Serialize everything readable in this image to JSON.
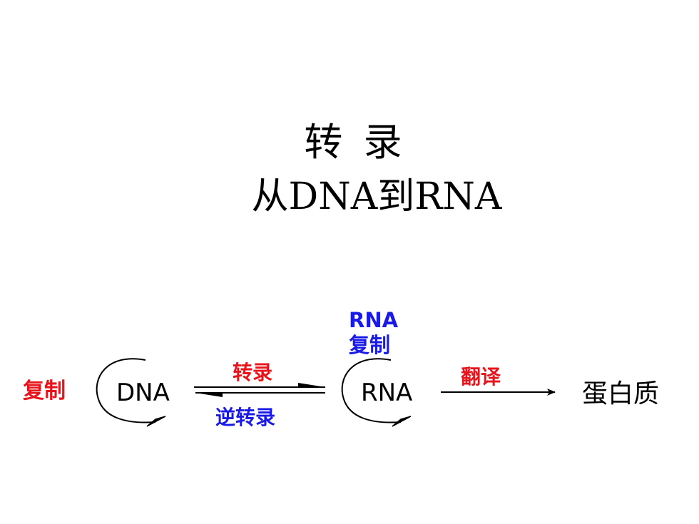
{
  "title": {
    "line1": "转 录",
    "line2": "从DNA到RNA"
  },
  "diagram": {
    "nodes": {
      "dna": "DNA",
      "rna": "RNA",
      "protein": "蛋白质"
    },
    "labels": {
      "dna_replication": "复制",
      "rna_replication_line1": "RNA",
      "rna_replication_line2": "复制",
      "transcription": "转录",
      "reverse_transcription": "逆转录",
      "translation": "翻译"
    }
  },
  "colors": {
    "red_label": "#e8141b",
    "blue_label": "#1a1ae6",
    "text": "#000000"
  }
}
